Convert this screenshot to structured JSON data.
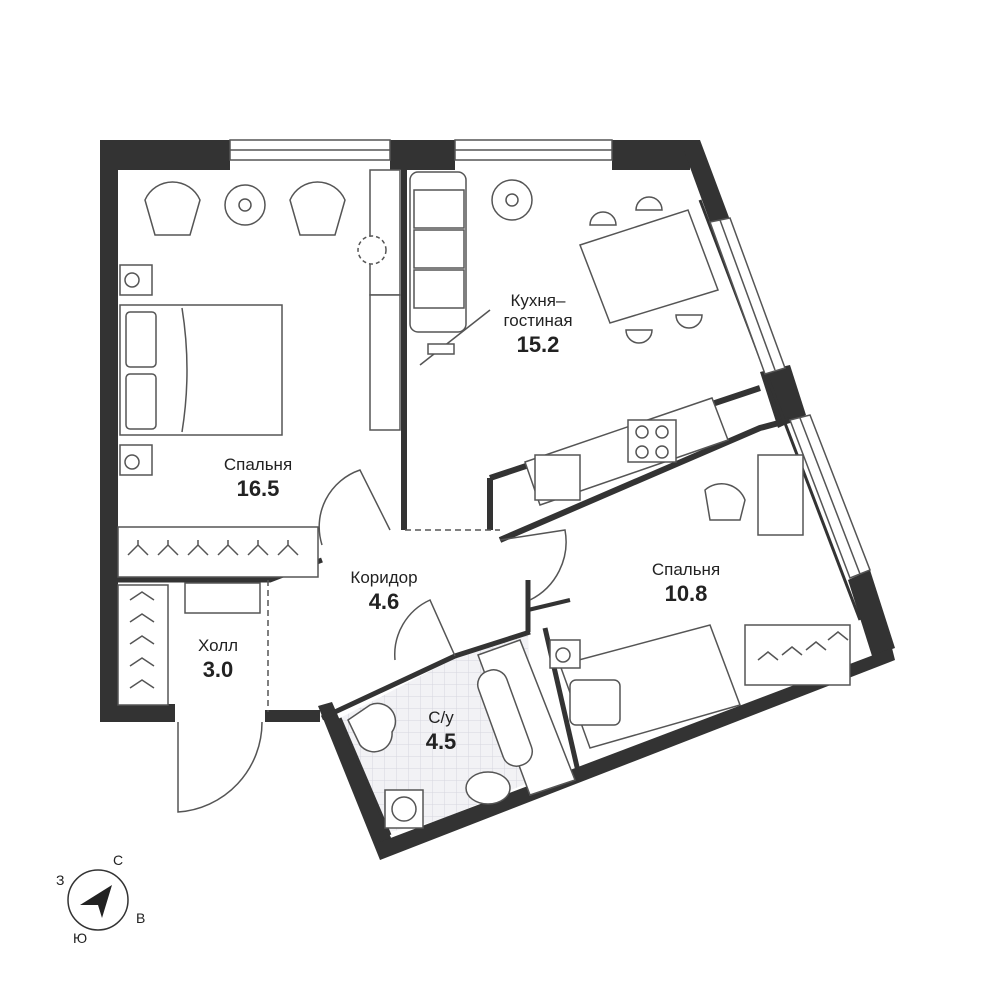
{
  "rooms": {
    "bedroom_large": {
      "name": "Спальня",
      "area": "16.5"
    },
    "kitchen_living": {
      "name": "Кухня–\nгостиная",
      "area": "15.2"
    },
    "bedroom_small": {
      "name": "Спальня",
      "area": "10.8"
    },
    "corridor": {
      "name": "Коридор",
      "area": "4.6"
    },
    "hall": {
      "name": "Холл",
      "area": "3.0"
    },
    "bathroom": {
      "name": "С/у",
      "area": "4.5"
    }
  },
  "compass": {
    "north": "С",
    "east": "В",
    "south": "Ю",
    "west": "З"
  },
  "colors": {
    "wall": "#333333",
    "line": "#444444",
    "tile": "#e8e8ec"
  }
}
